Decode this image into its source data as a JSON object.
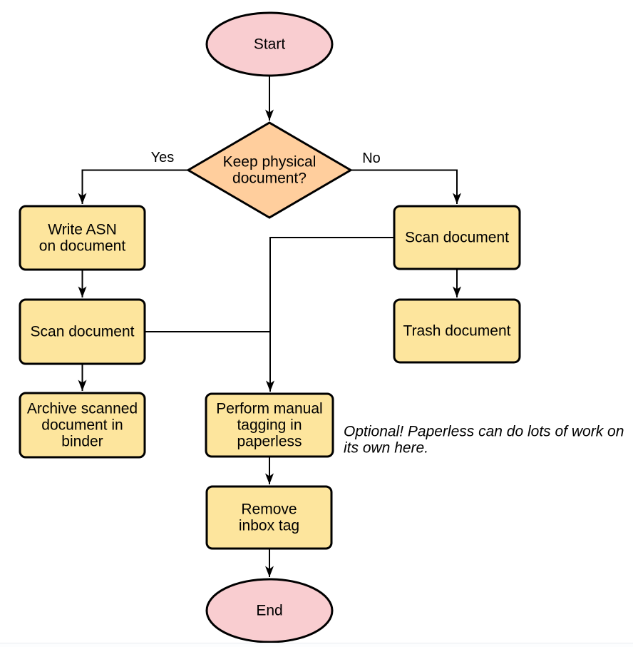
{
  "colors": {
    "terminal_fill": "#f9cdd0",
    "decision_fill": "#ffce9d",
    "process_fill": "#fde59d",
    "line": "#000000"
  },
  "nodes": {
    "start": {
      "label": "Start"
    },
    "decision": {
      "lines": [
        "Keep physical",
        "document?"
      ]
    },
    "write_asn": {
      "lines": [
        "Write ASN",
        "on document"
      ]
    },
    "scan_left": {
      "label": "Scan document"
    },
    "archive": {
      "lines": [
        "Archive scanned",
        "document in",
        "binder"
      ]
    },
    "scan_right": {
      "label": "Scan document"
    },
    "trash": {
      "label": "Trash document"
    },
    "perform": {
      "lines": [
        "Perform manual",
        "tagging in",
        "paperless"
      ]
    },
    "remove": {
      "lines": [
        "Remove",
        "inbox tag"
      ]
    },
    "end": {
      "label": "End"
    }
  },
  "edge_labels": {
    "yes": "Yes",
    "no": "No"
  },
  "note": {
    "lines": [
      "Optional! Paperless can do lots of work on",
      "its own here."
    ]
  }
}
